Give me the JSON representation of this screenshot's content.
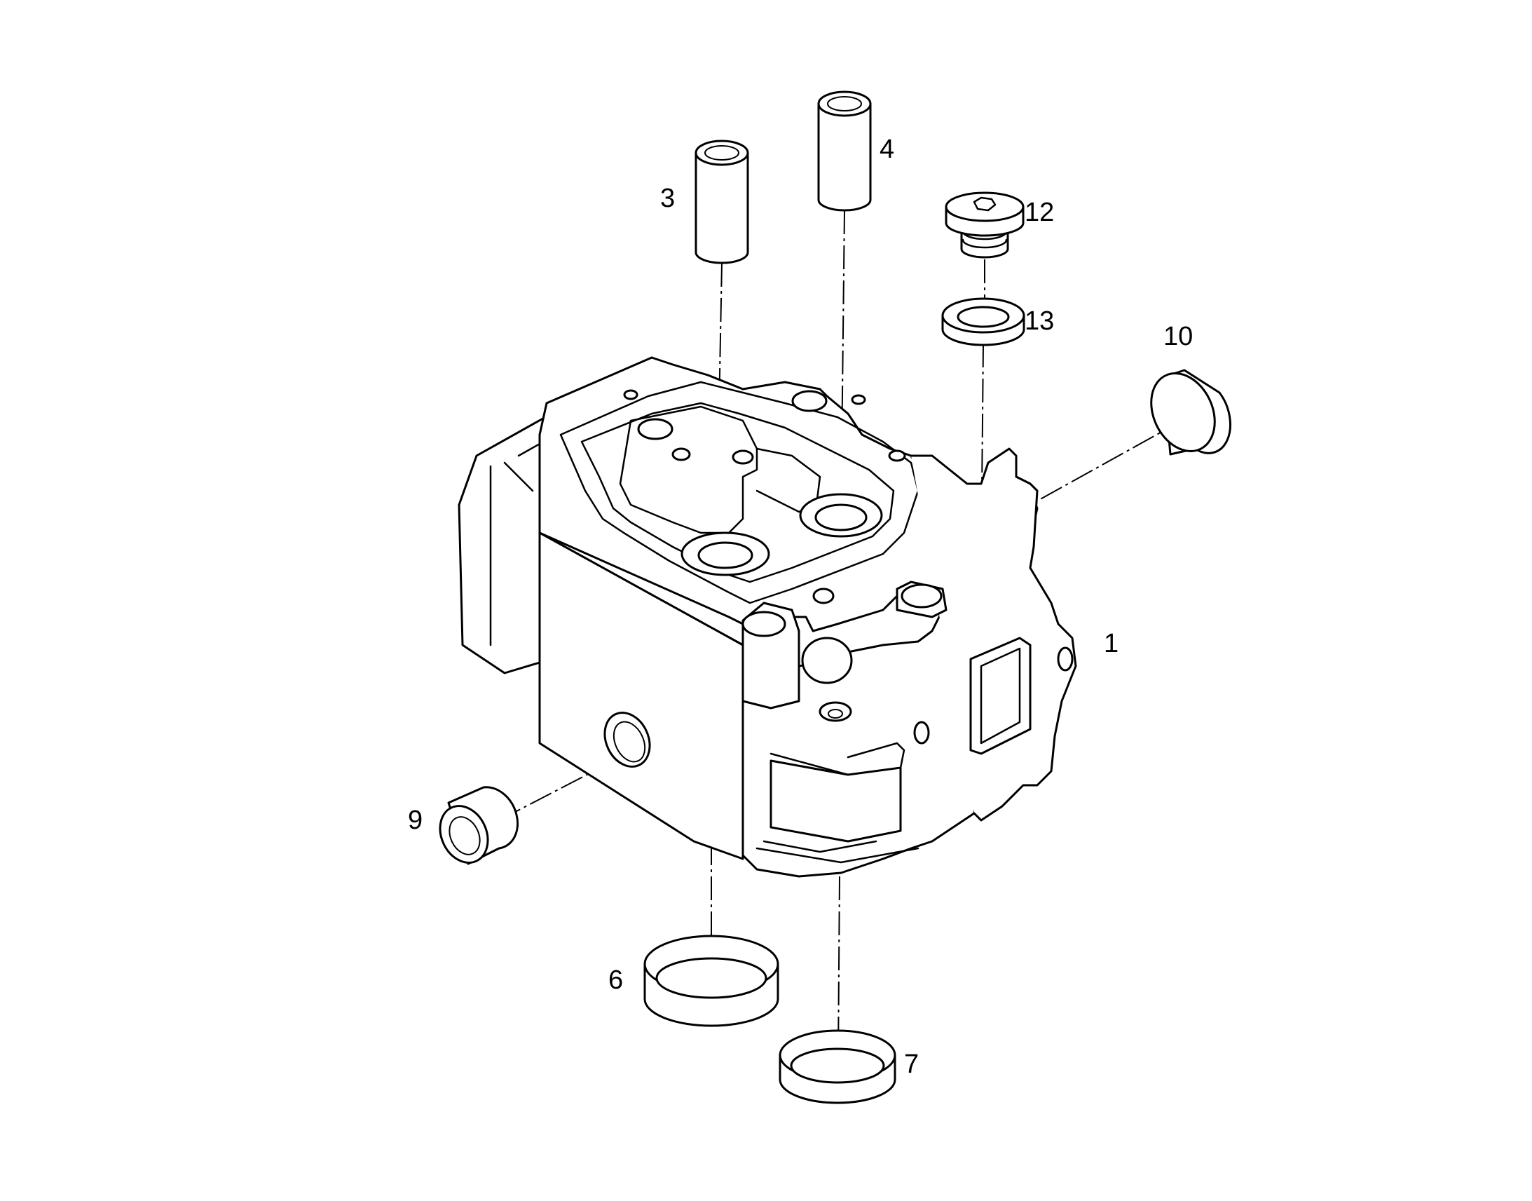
{
  "diagram": {
    "callouts": {
      "housing": "1",
      "sleeve_left": "3",
      "sleeve_right": "4",
      "ring_large": "6",
      "ring_small": "7",
      "cap_left": "9",
      "cap_right": "10",
      "plug": "12",
      "seal_ring": "13"
    }
  }
}
